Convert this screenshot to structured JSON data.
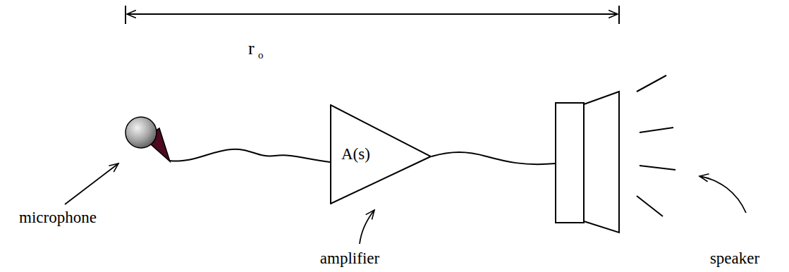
{
  "diagram": {
    "nodes": [
      {
        "text": [
          "A(s)"
        ]
      }
    ],
    "labels": [
      "r",
      "o",
      "microphone",
      "amplifier",
      "speaker"
    ]
  }
}
